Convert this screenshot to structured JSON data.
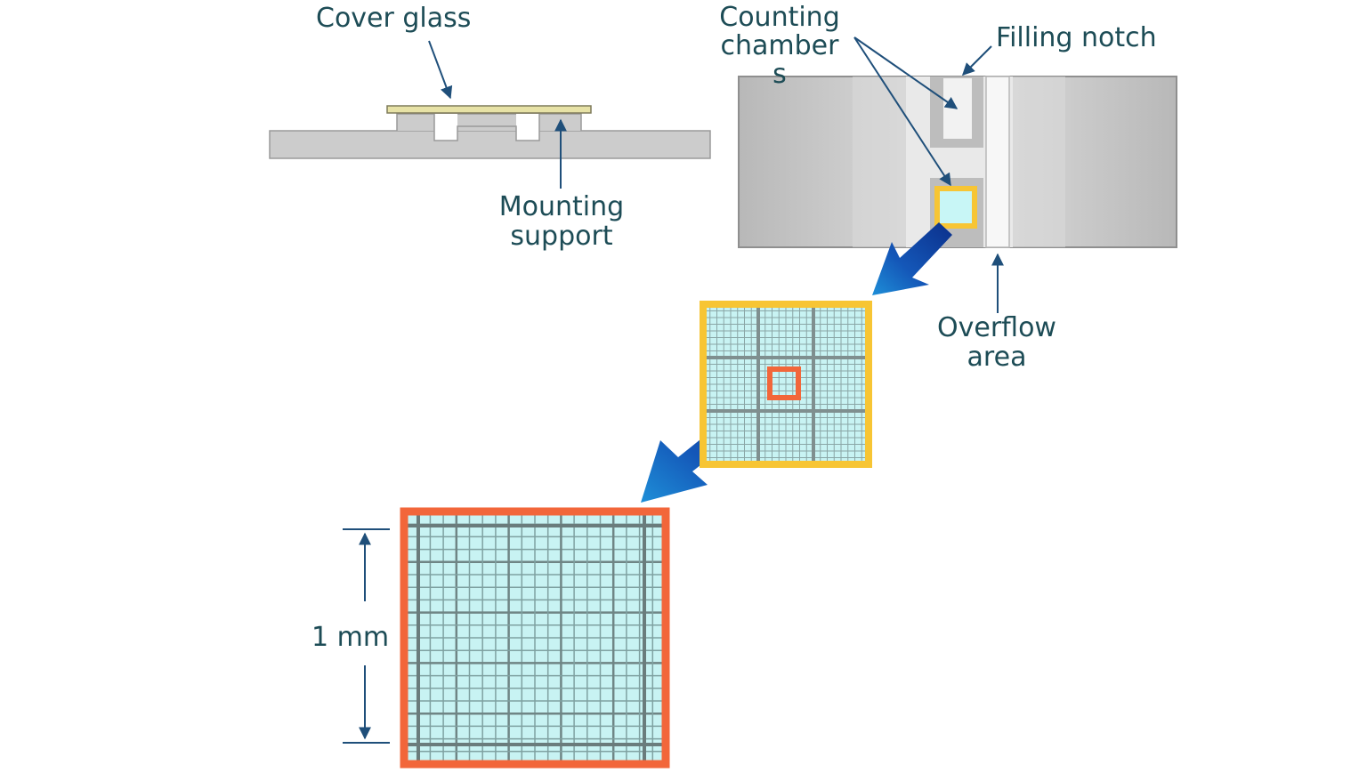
{
  "labels": {
    "cover_glass": "Cover glass",
    "mounting_support_line1": "Mounting",
    "mounting_support_line2": "support",
    "counting_chambers_line1": "Counting",
    "counting_chambers_line2": "chamber",
    "counting_chambers_line3": "s",
    "filling_notch": "Filling notch",
    "overflow_area_line1": "Overflow",
    "overflow_area_line2": "area",
    "scale": "1 mm"
  },
  "colors": {
    "label_text": "#1d4c56",
    "pointer_line": "#1f4f7a",
    "slide_gray": "#c9c9c9",
    "grid_fill": "#c8f3f3",
    "yellow_frame": "#f7c534",
    "orange_frame": "#f2663a",
    "zoom_arrow": "#0d3f9e"
  },
  "icons": {
    "zoom_arrow_1": "arrow-down-left-icon",
    "zoom_arrow_2": "arrow-down-left-icon"
  }
}
